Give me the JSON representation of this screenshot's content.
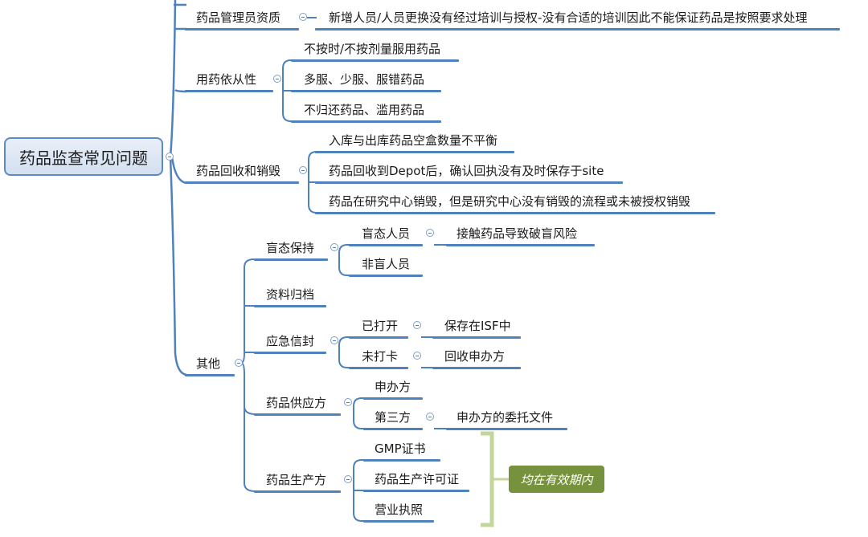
{
  "root": {
    "text": "药品监查常见问题"
  },
  "nodes": [
    {
      "id": "n1",
      "text": "药品管理员资质"
    },
    {
      "id": "n1a",
      "text": "新增人员/人员更换没有经过培训与授权-没有合适的培训因此不能保证药品是按照要求处理"
    },
    {
      "id": "n2",
      "text": "用药依从性"
    },
    {
      "id": "n2a",
      "text": "不按时/不按剂量服用药品"
    },
    {
      "id": "n2b",
      "text": "多服、少服、服错药品"
    },
    {
      "id": "n2c",
      "text": "不归还药品、滥用药品"
    },
    {
      "id": "n3",
      "text": "药品回收和销毁"
    },
    {
      "id": "n3a",
      "text": "入库与出库药品空盒数量不平衡"
    },
    {
      "id": "n3b",
      "text": "药品回收到Depot后，确认回执没有及时保存于site"
    },
    {
      "id": "n3c",
      "text": "药品在研究中心销毁，但是研究中心没有销毁的流程或未被授权销毁"
    },
    {
      "id": "n4",
      "text": "其他"
    },
    {
      "id": "n4a",
      "text": "盲态保持"
    },
    {
      "id": "n4a1",
      "text": "盲态人员"
    },
    {
      "id": "n4a1x",
      "text": "接触药品导致破盲风险"
    },
    {
      "id": "n4a2",
      "text": "非盲人员"
    },
    {
      "id": "n4b",
      "text": "资料归档"
    },
    {
      "id": "n4c",
      "text": "应急信封"
    },
    {
      "id": "n4c1",
      "text": "已打开"
    },
    {
      "id": "n4c1x",
      "text": "保存在ISF中"
    },
    {
      "id": "n4c2",
      "text": "未打卡"
    },
    {
      "id": "n4c2x",
      "text": "回收申办方"
    },
    {
      "id": "n4d",
      "text": "药品供应方"
    },
    {
      "id": "n4d1",
      "text": "申办方"
    },
    {
      "id": "n4d2",
      "text": "第三方"
    },
    {
      "id": "n4d2x",
      "text": "申办方的委托文件"
    },
    {
      "id": "n4e",
      "text": "药品生产方"
    },
    {
      "id": "n4e1",
      "text": "GMP证书"
    },
    {
      "id": "n4e2",
      "text": "药品生产许可证"
    },
    {
      "id": "n4e3",
      "text": "营业执照"
    }
  ],
  "callout": {
    "text": "均在有效期内"
  },
  "colors": {
    "line": "#4f82bd",
    "bracket": "#c4d79b",
    "callout": "#76923c"
  }
}
